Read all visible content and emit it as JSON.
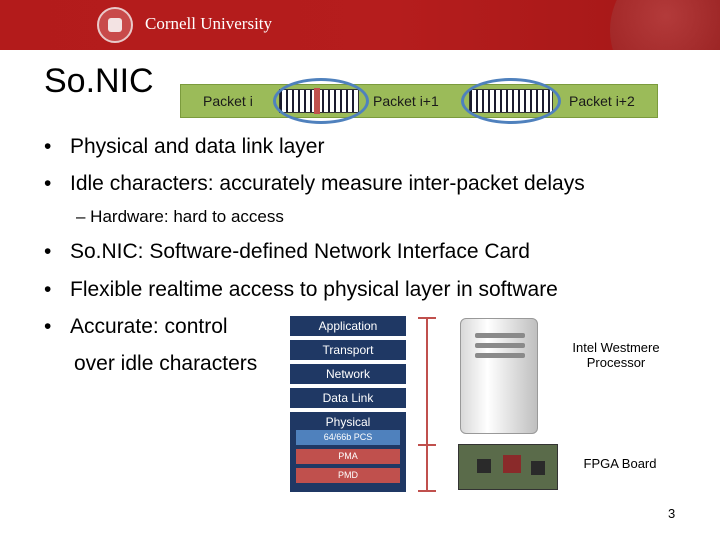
{
  "header": {
    "brand": "Cornell University"
  },
  "title": "So.NIC",
  "packets": {
    "p1": "Packet i",
    "p2": "Packet i+1",
    "p3": "Packet i+2"
  },
  "bullets": [
    "Physical and data link layer",
    "Idle characters: accurately measure inter-packet delays",
    "So.NIC: Software-defined Network Interface Card",
    "Flexible realtime access to physical layer in software",
    "Accurate: control"
  ],
  "bullet_continuation": "over idle characters",
  "sub_bullet": "– Hardware: hard to access",
  "stack": {
    "application": "Application",
    "transport": "Transport",
    "network": "Network",
    "datalink": "Data Link",
    "physical": "Physical",
    "pcs": "64/66b PCS",
    "pma": "PMA",
    "pmd": "PMD"
  },
  "processor_label_1": "Intel Westmere",
  "processor_label_2": "Processor",
  "fpga_label": "FPGA Board",
  "page_number": "3",
  "colors": {
    "header": "#b31b1b",
    "packet": "#9bbb59",
    "stack": "#1f3864",
    "accent": "#c0504d",
    "ellipse": "#4f81bd"
  }
}
